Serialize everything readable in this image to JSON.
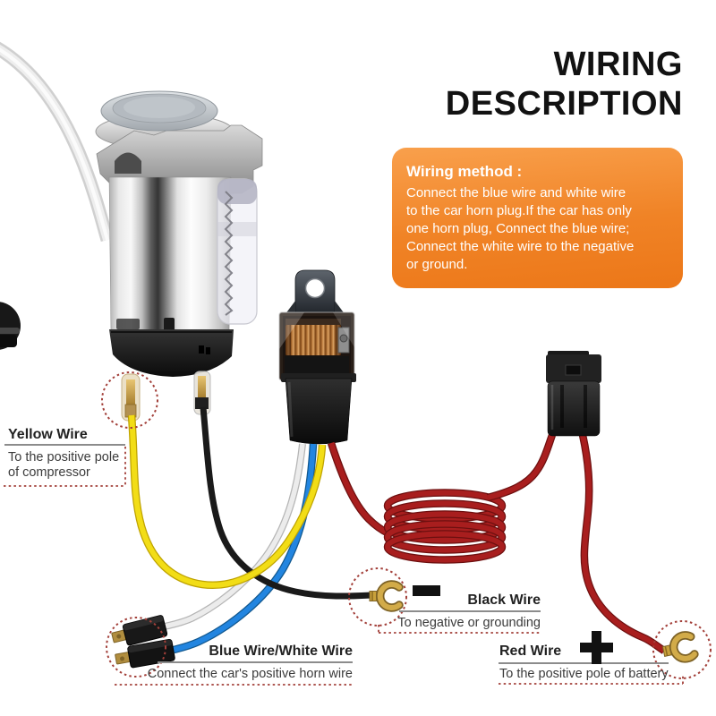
{
  "title": "WIRING\nDESCRIPTION",
  "info_box": {
    "heading": "Wiring method :",
    "body": "Connect the blue wire and white wire\nto the car horn plug.If the car has only\none horn plug, Connect the blue wire;\nConnect the white wire to the negative\nor ground."
  },
  "labels": {
    "yellow_wire": {
      "title": "Yellow Wire",
      "desc": "To the positive pole\nof compressor"
    },
    "blue_white_wire": {
      "title": "Blue Wire/White Wire",
      "desc": "Connect the car's positive horn wire"
    },
    "black_wire": {
      "title": "Black Wire",
      "desc": "To negative or grounding",
      "symbol": "minus"
    },
    "red_wire": {
      "title": "Red Wire",
      "desc": "To the positive pole of battery",
      "symbol": "plus"
    }
  },
  "components": {
    "compressor": "air compressor with air tube",
    "relay": "automotive relay with mounting bracket",
    "fuse_holder": "inline fuse holder",
    "horn_plug_connectors": "two spade plug connectors",
    "ground_terminal": "fork terminal",
    "battery_terminal": "fork terminal"
  },
  "colors": {
    "accent_orange": "#ee7c1e",
    "wire_yellow": "#f2dd16",
    "wire_blue": "#2285e0",
    "wire_white": "#ececec",
    "wire_black": "#1a1a1a",
    "wire_red": "#a81e1e",
    "highlight_dotted": "#a3403a"
  }
}
